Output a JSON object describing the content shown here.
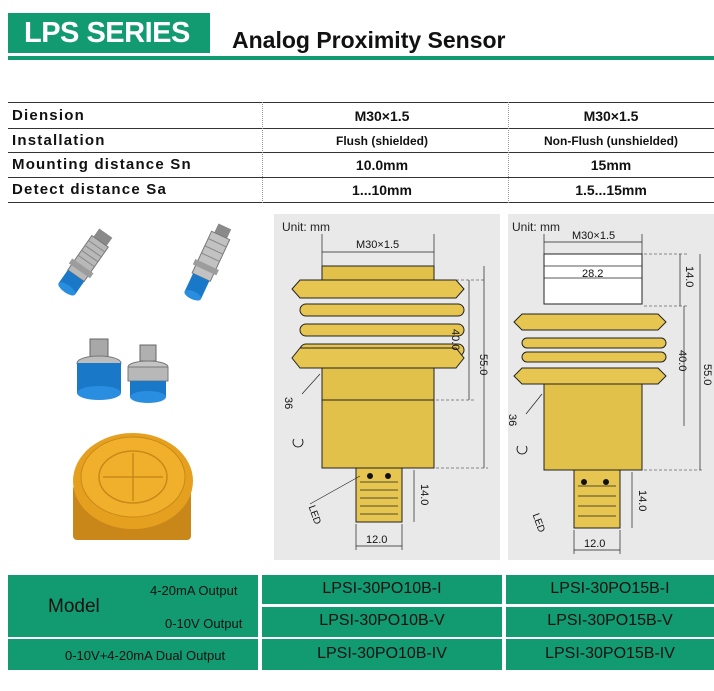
{
  "header": {
    "series": "LPS SERIES",
    "title": "Analog Proximity Sensor",
    "accent_color": "#129a70"
  },
  "specs": [
    {
      "label": "Diension",
      "col1": "M30×1.5",
      "col2": "M30×1.5"
    },
    {
      "label": "Installation",
      "col1": "Flush (shielded)",
      "col2": "Non-Flush (unshielded)"
    },
    {
      "label": "Mounting distance Sn",
      "col1": "10.0mm",
      "col2": "15mm"
    },
    {
      "label": "Detect distance Sa",
      "col1": "1...10mm",
      "col2": "1.5...15mm"
    }
  ],
  "drawings": {
    "flush": {
      "unit": "Unit: mm",
      "thread": "M30×1.5",
      "length_body": "40.0",
      "length_total": "55.0",
      "wrench": "36",
      "cable_len": "14.0",
      "cable_width": "12.0",
      "led": "LED"
    },
    "nonflush": {
      "unit": "Unit: mm",
      "thread": "M30×1.5",
      "head_dia": "28.2",
      "head_len": "14.0",
      "length_body": "40.0",
      "length_total": "55.0",
      "wrench": "36",
      "cable_len": "14.0",
      "cable_width": "12.0",
      "led": "LED"
    }
  },
  "models": {
    "label": "Model",
    "rows": [
      {
        "output": "4-20mA Output",
        "col1": "LPSI-30PO10B-I",
        "col2": "LPSI-30PO15B-I"
      },
      {
        "output": "0-10V Output",
        "col1": "LPSI-30PO10B-V",
        "col2": "LPSI-30PO15B-V"
      },
      {
        "output": "0-10V+4-20mA Dual Output",
        "col1": "LPSI-30PO10B-IV",
        "col2": "LPSI-30PO15B-IV"
      }
    ]
  },
  "colors": {
    "accent": "#129a70",
    "sensor_blue": "#1a78c8",
    "sensor_orange": "#e9a21e",
    "metal": "#b5b5b5",
    "drawing_bg": "#e9e9e9"
  }
}
